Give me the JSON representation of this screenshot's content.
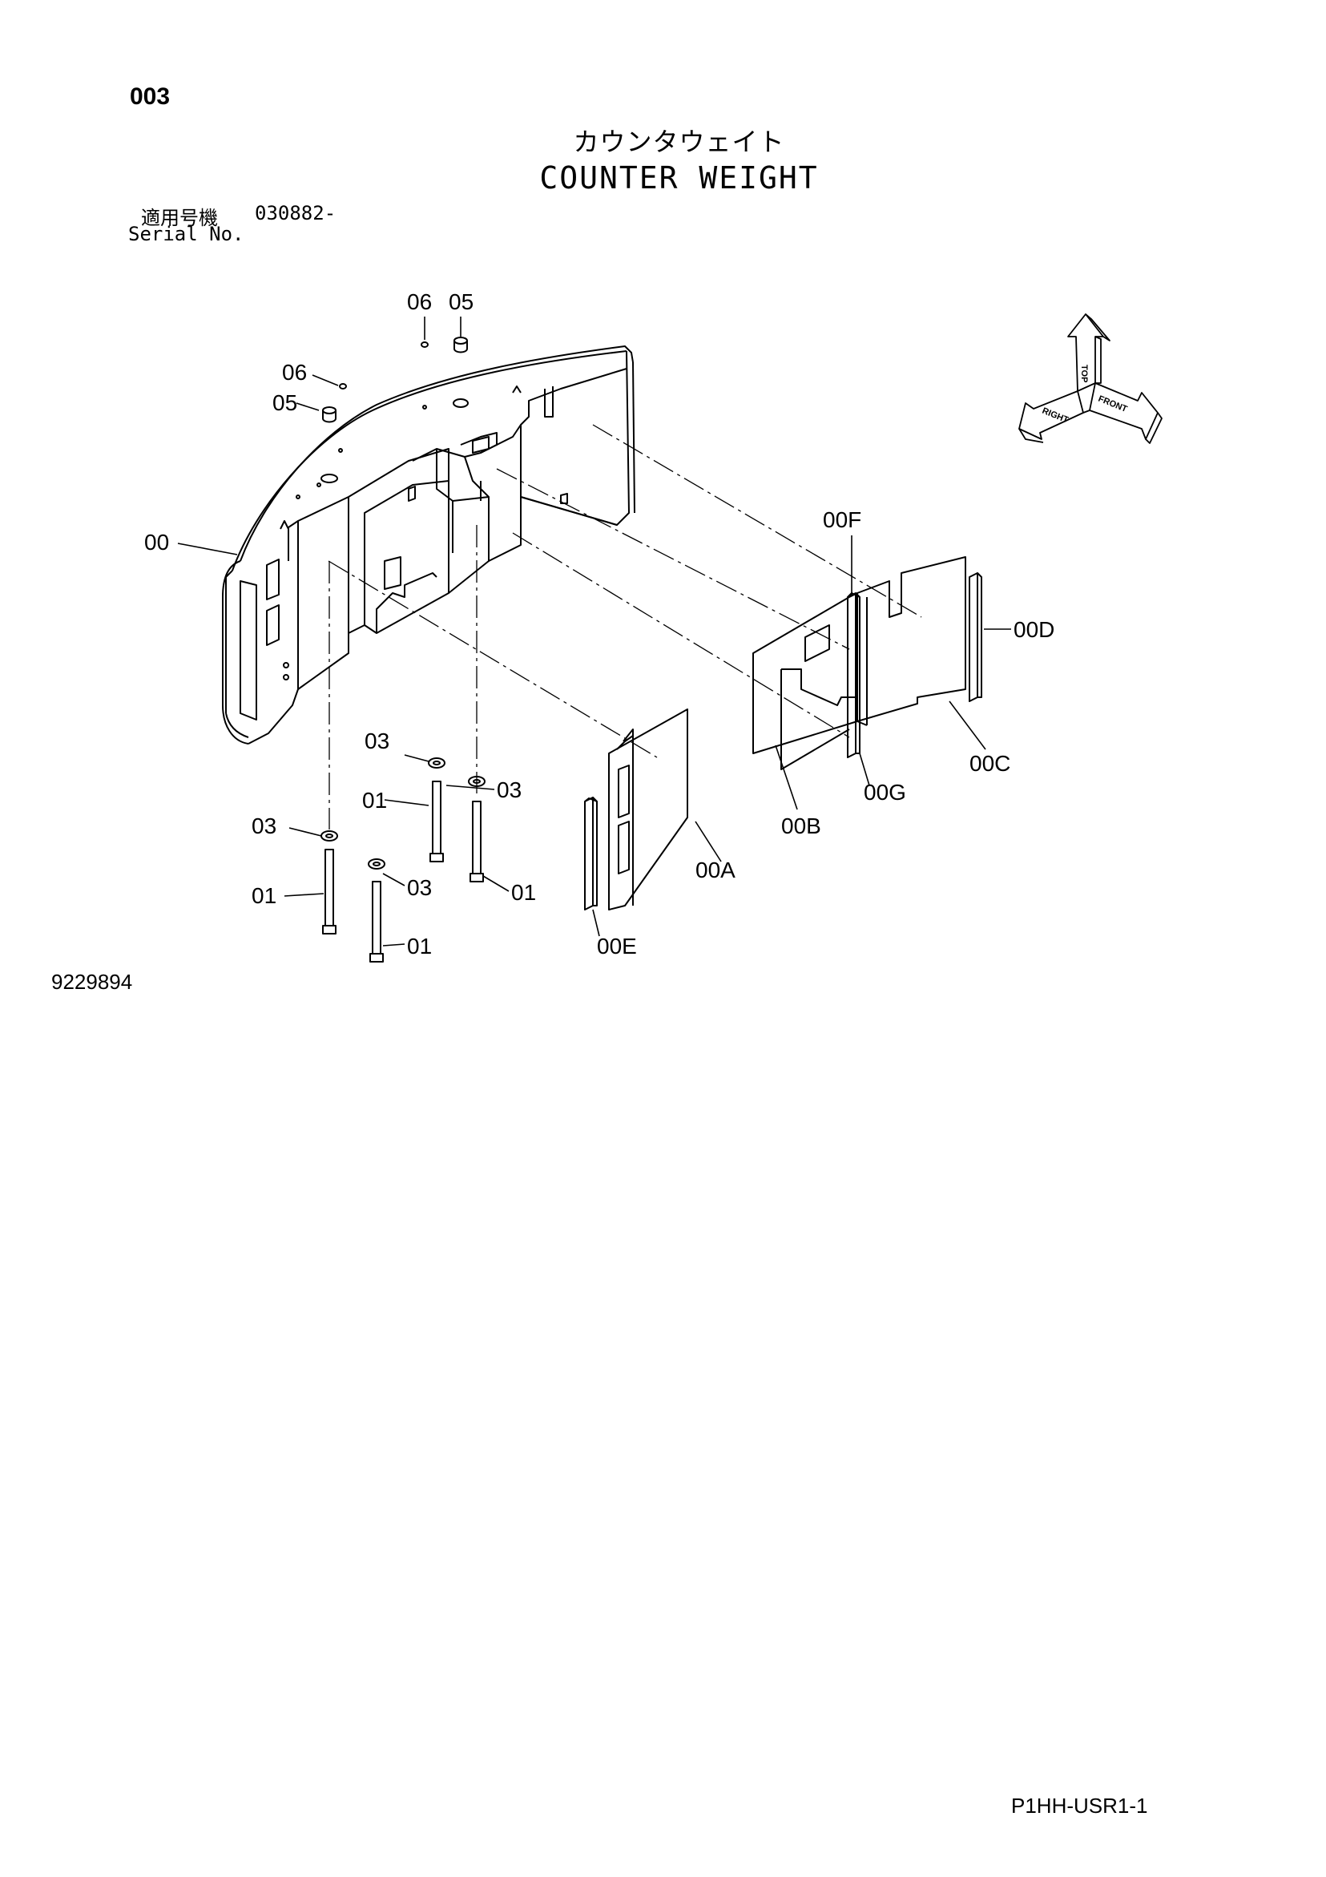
{
  "page": {
    "page_number": "003",
    "title_jp": "カウンタウェイト",
    "title_en": "COUNTER WEIGHT",
    "serial_label_jp": "適用号機",
    "serial_range": "030882-",
    "serial_label_en": "Serial No.",
    "figure_number": "9229894",
    "document_ref": "P1HH-USR1-1"
  },
  "callouts": {
    "c00": "00",
    "c00A": "00A",
    "c00B": "00B",
    "c00C": "00C",
    "c00D": "00D",
    "c00E": "00E",
    "c00F": "00F",
    "c00G": "00G",
    "c01": "01",
    "c03": "03",
    "c05": "05",
    "c06": "06"
  },
  "compass": {
    "top": "TOP",
    "right": "RIGHT",
    "front": "FRONT"
  },
  "colors": {
    "ink": "#000000",
    "paper": "#ffffff",
    "shade": "#e6e6e6"
  }
}
